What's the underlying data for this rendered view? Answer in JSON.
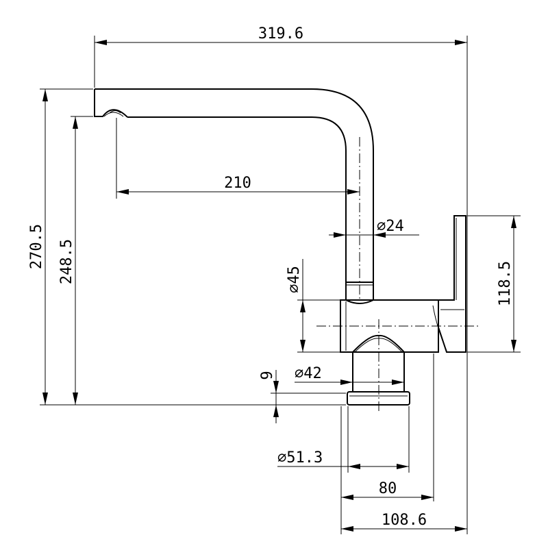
{
  "dimensions": {
    "overall_width": "319.6",
    "overall_height": "270.5",
    "spout_height": "248.5",
    "spout_reach": "210",
    "spout_diameter": "⌀24",
    "body_diameter": "⌀45",
    "lever_height": "118.5",
    "shank_diameter": "⌀42",
    "base_thickness": "9",
    "base_diameter": "⌀51.3",
    "base_to_body": "80",
    "base_to_lever": "108.6"
  }
}
